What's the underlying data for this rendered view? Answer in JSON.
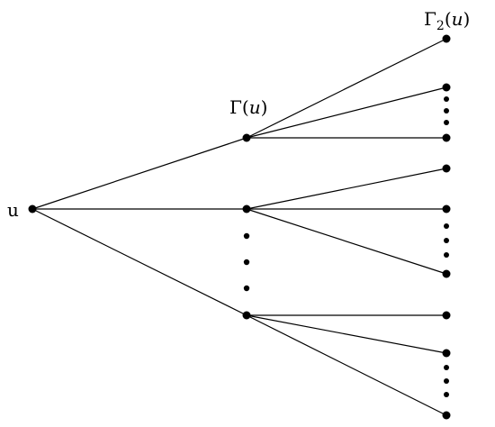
{
  "labels": {
    "root": "u",
    "gamma_prefix": "Γ(",
    "gamma_var": "u",
    "gamma_suffix": ")",
    "gamma2_prefix": "Γ",
    "gamma2_sub": "2",
    "gamma2_open": "(",
    "gamma2_var": "u",
    "gamma2_close": ")"
  },
  "colors": {
    "ink": "#000000",
    "background": "#ffffff"
  }
}
